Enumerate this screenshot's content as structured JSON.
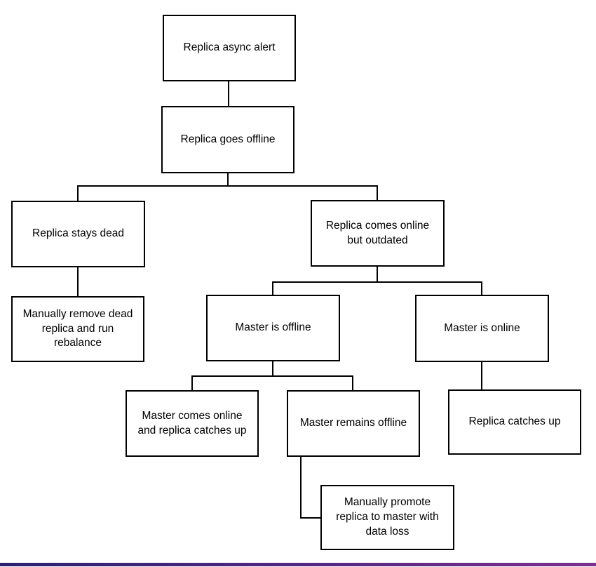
{
  "diagram": {
    "nodes": [
      {
        "id": "replica-async-alert",
        "label": "Replica async alert"
      },
      {
        "id": "replica-goes-offline",
        "label": "Replica goes offline"
      },
      {
        "id": "replica-stays-dead",
        "label": "Replica stays dead"
      },
      {
        "id": "manually-remove-dead-replica",
        "label": "Manually remove dead\nreplica and run\nrebalance"
      },
      {
        "id": "replica-comes-online-but-outdated",
        "label": "Replica comes online\nbut outdated"
      },
      {
        "id": "master-is-offline",
        "label": "Master is offline"
      },
      {
        "id": "master-is-online",
        "label": "Master is online"
      },
      {
        "id": "master-comes-online-replica-catches-up",
        "label": "Master comes online\nand replica catches up"
      },
      {
        "id": "master-remains-offline",
        "label": "Master remains offline"
      },
      {
        "id": "replica-catches-up",
        "label": "Replica catches up"
      },
      {
        "id": "manually-promote-replica",
        "label": "Manually promote\nreplica to master with\ndata loss"
      }
    ],
    "edges": [
      {
        "from": "replica-async-alert",
        "to": "replica-goes-offline"
      },
      {
        "from": "replica-goes-offline",
        "to": "replica-stays-dead"
      },
      {
        "from": "replica-goes-offline",
        "to": "replica-comes-online-but-outdated"
      },
      {
        "from": "replica-stays-dead",
        "to": "manually-remove-dead-replica"
      },
      {
        "from": "replica-comes-online-but-outdated",
        "to": "master-is-offline"
      },
      {
        "from": "replica-comes-online-but-outdated",
        "to": "master-is-online"
      },
      {
        "from": "master-is-offline",
        "to": "master-comes-online-replica-catches-up"
      },
      {
        "from": "master-is-offline",
        "to": "master-remains-offline"
      },
      {
        "from": "master-is-online",
        "to": "replica-catches-up"
      },
      {
        "from": "master-remains-offline",
        "to": "manually-promote-replica"
      }
    ],
    "colors": {
      "node_border": "#000000",
      "node_fill": "#ffffff",
      "connector": "#000000",
      "footer_bar_left": "#2b2173",
      "footer_bar_right": "#7c2f8f"
    }
  }
}
